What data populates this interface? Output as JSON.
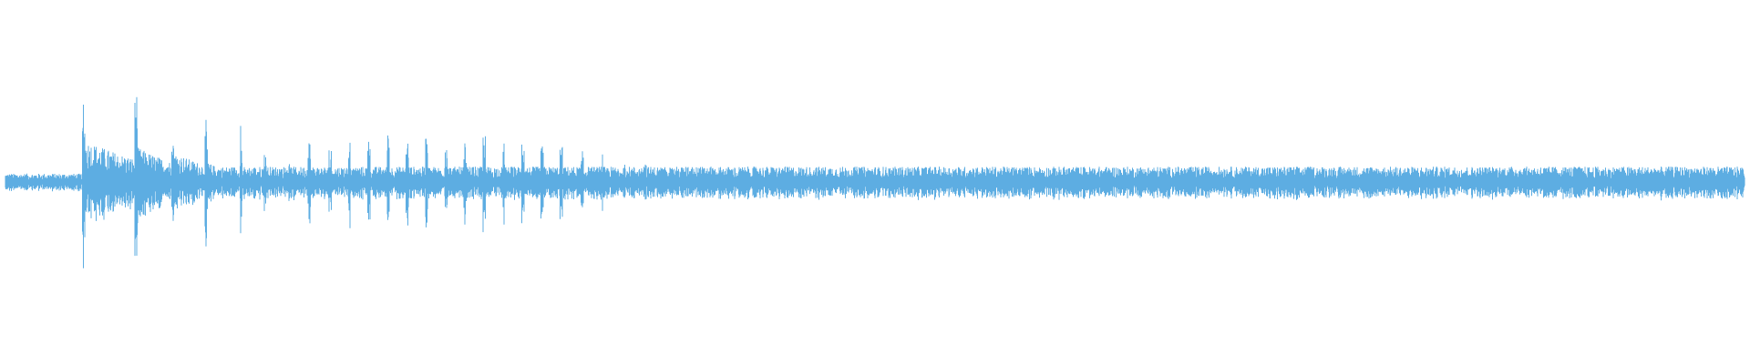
{
  "waveform": {
    "color": "#5dade2",
    "background": "#ffffff",
    "envelope": {
      "baseline_noise": 0.08,
      "noise_floor_tail": 0.025,
      "bursts": [
        {
          "t": 0.047,
          "peak": 0.88,
          "decay": 0.03,
          "start": 0.42
        },
        {
          "t": 0.077,
          "peak": 0.98,
          "decay": 0.022,
          "start": 0.35
        },
        {
          "t": 0.098,
          "peak": 1.0,
          "decay": 0.02,
          "start": 0.3
        },
        {
          "t": 0.117,
          "peak": 0.62,
          "decay": 0.014,
          "start": 0.2
        },
        {
          "t": 0.137,
          "peak": 0.68,
          "decay": 0.012,
          "start": 0.14
        },
        {
          "t": 0.151,
          "peak": 0.35,
          "decay": 0.009,
          "start": 0.1
        },
        {
          "t": 0.164,
          "peak": 0.28,
          "decay": 0.008,
          "start": 0.08
        },
        {
          "t": 0.176,
          "peak": 0.48,
          "decay": 0.008,
          "start": 0.1
        },
        {
          "t": 0.188,
          "peak": 0.42,
          "decay": 0.008,
          "start": 0.09
        },
        {
          "t": 0.199,
          "peak": 0.53,
          "decay": 0.008,
          "start": 0.1
        },
        {
          "t": 0.21,
          "peak": 0.56,
          "decay": 0.008,
          "start": 0.1
        },
        {
          "t": 0.221,
          "peak": 0.52,
          "decay": 0.008,
          "start": 0.1
        },
        {
          "t": 0.232,
          "peak": 0.5,
          "decay": 0.008,
          "start": 0.09
        },
        {
          "t": 0.243,
          "peak": 0.52,
          "decay": 0.008,
          "start": 0.09
        },
        {
          "t": 0.254,
          "peak": 0.48,
          "decay": 0.008,
          "start": 0.09
        },
        {
          "t": 0.265,
          "peak": 0.46,
          "decay": 0.008,
          "start": 0.09
        },
        {
          "t": 0.276,
          "peak": 0.5,
          "decay": 0.008,
          "start": 0.09
        },
        {
          "t": 0.287,
          "peak": 0.45,
          "decay": 0.008,
          "start": 0.09
        },
        {
          "t": 0.298,
          "peak": 0.48,
          "decay": 0.008,
          "start": 0.09
        },
        {
          "t": 0.309,
          "peak": 0.46,
          "decay": 0.008,
          "start": 0.09
        },
        {
          "t": 0.32,
          "peak": 0.4,
          "decay": 0.008,
          "start": 0.08
        },
        {
          "t": 0.332,
          "peak": 0.38,
          "decay": 0.008,
          "start": 0.08
        },
        {
          "t": 0.343,
          "peak": 0.34,
          "decay": 0.008,
          "start": 0.07
        },
        {
          "t": 0.356,
          "peak": 0.32,
          "decay": 0.008,
          "start": 0.07
        },
        {
          "t": 0.368,
          "peak": 0.26,
          "decay": 0.008,
          "start": 0.06
        },
        {
          "t": 0.38,
          "peak": 0.22,
          "decay": 0.008,
          "start": 0.05
        },
        {
          "t": 0.393,
          "peak": 0.14,
          "decay": 0.008,
          "start": 0.04
        },
        {
          "t": 0.406,
          "peak": 0.12,
          "decay": 0.008,
          "start": 0.04
        },
        {
          "t": 0.42,
          "peak": 0.08,
          "decay": 0.008,
          "start": 0.03
        },
        {
          "t": 0.433,
          "peak": 0.06,
          "decay": 0.008,
          "start": 0.03
        }
      ],
      "mid_noise": [
        {
          "from": 0.44,
          "to": 0.66,
          "level": 0.045
        },
        {
          "from": 0.66,
          "to": 1.0,
          "level": 0.02
        }
      ]
    }
  }
}
